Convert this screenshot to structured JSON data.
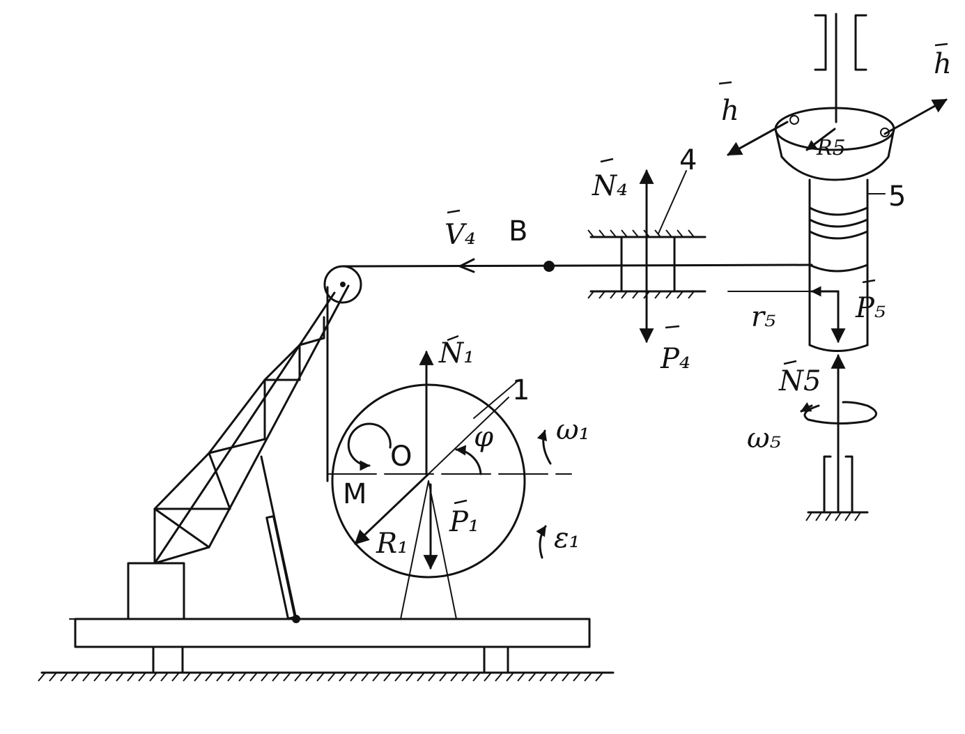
{
  "diagram": {
    "labels": {
      "body1": "1",
      "body4": "4",
      "body5": "5",
      "center_O": "O",
      "moment_M": "M",
      "angle_phi": "φ",
      "omega1": "ω₁",
      "epsilon1": "ε₁",
      "radius_R1": "R₁",
      "normal_N1": "N₁",
      "weight_P1": "P₁",
      "velocity_V4": "V₄",
      "point_B": "B",
      "normal_N4": "N₄",
      "weight_P4": "P₄",
      "radius_R5": "R5",
      "radius_r5": "r₅",
      "weight_P5": "P₅",
      "normal_N5": "N5",
      "omega5": "ω₅",
      "force_h_left": "h",
      "force_h_right": "h"
    }
  }
}
